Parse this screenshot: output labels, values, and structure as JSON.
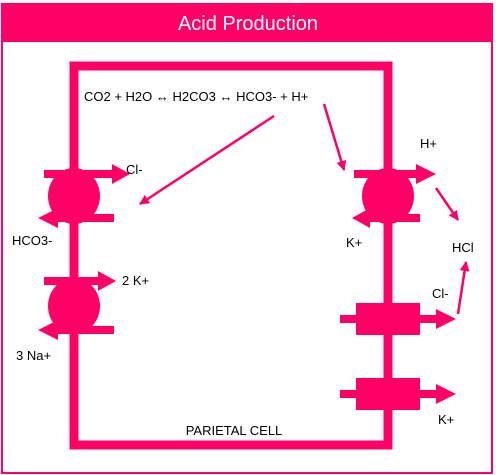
{
  "title": "Acid Production",
  "equation": "CO2 + H2O ↔ H2CO3 ↔ HCO3- + H+",
  "cell_label": "PARIETAL CELL",
  "left_transporters": [
    {
      "in_label": "Cl-",
      "out_label": "HCO3-"
    },
    {
      "in_label": "2 K+",
      "out_label": "3 Na+"
    }
  ],
  "right_transporters": {
    "proton_pump": {
      "out_label": "H+",
      "in_label": "K+"
    },
    "chloride_channel": {
      "out_label": "Cl-"
    },
    "potassium_channel": {
      "out_label": "K+"
    }
  },
  "product": "HCl",
  "colors": {
    "accent": "#ff0066",
    "text": "#000000",
    "background": "#ffffff"
  }
}
